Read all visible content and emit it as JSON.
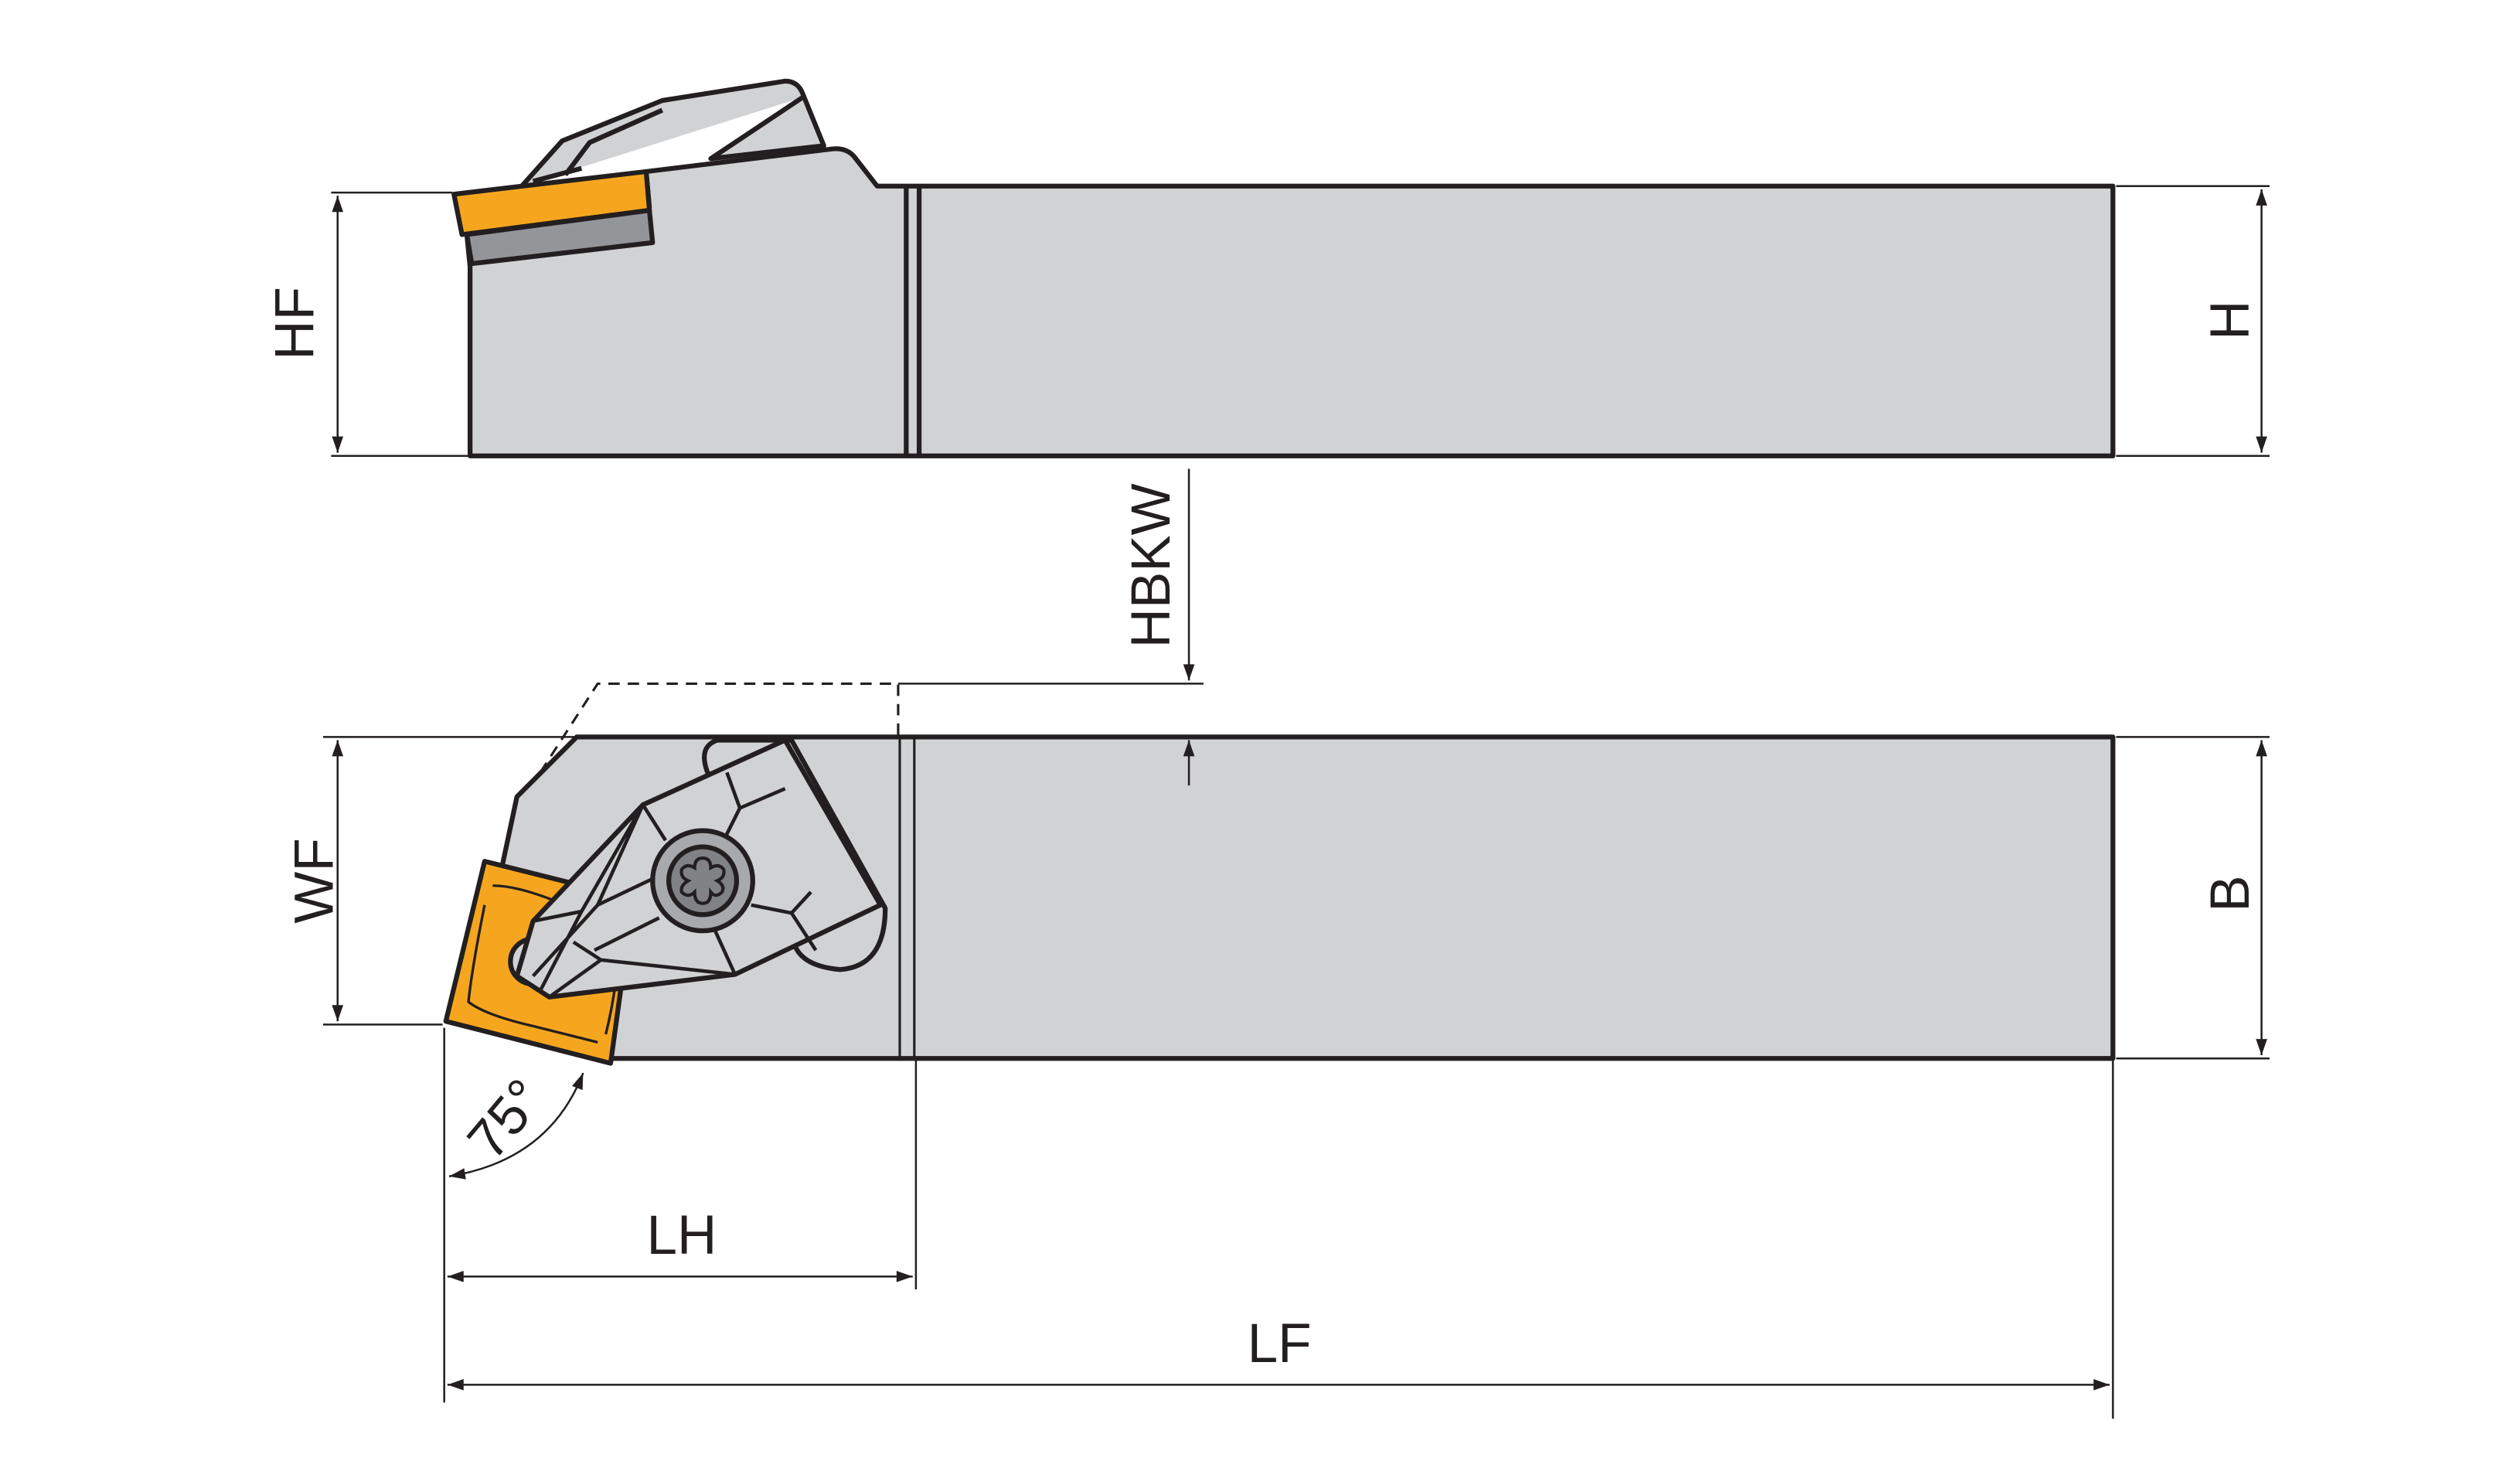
{
  "title": "Turning tool holder dimension drawing",
  "colors": {
    "body": "#d1d2d4",
    "insert": "#f6a61e",
    "shim": "#939598",
    "screw": "#a7a9ac",
    "screw_core": "#808285",
    "line": "#231f20"
  },
  "labels": {
    "hf": "HF",
    "h": "H",
    "hbkw": "HBKW",
    "wf": "WF",
    "b": "B",
    "angle": "75°",
    "lh": "LH",
    "lf": "LF"
  }
}
